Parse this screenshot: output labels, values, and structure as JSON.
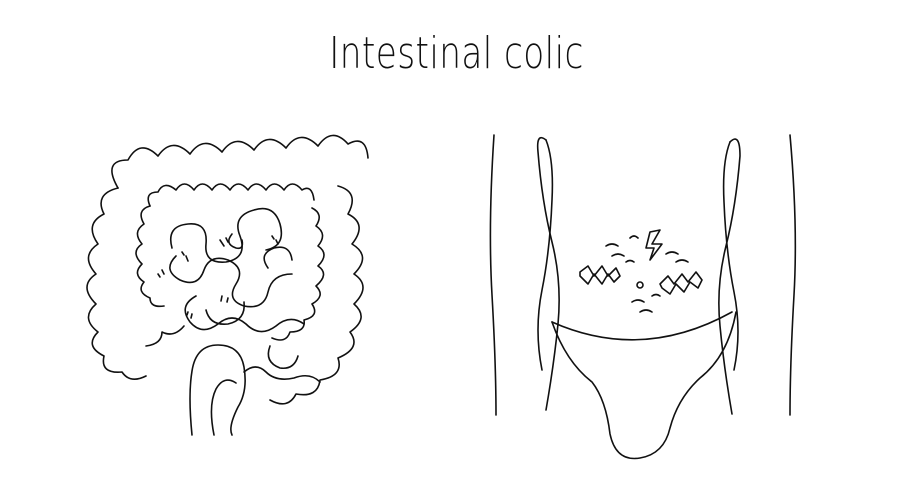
{
  "title": "Intestinal colic",
  "colors": {
    "background": "#ffffff",
    "ink": "#111111"
  },
  "illustrations": {
    "left": "intestines-illustration",
    "right": "abdomen-illustration"
  }
}
